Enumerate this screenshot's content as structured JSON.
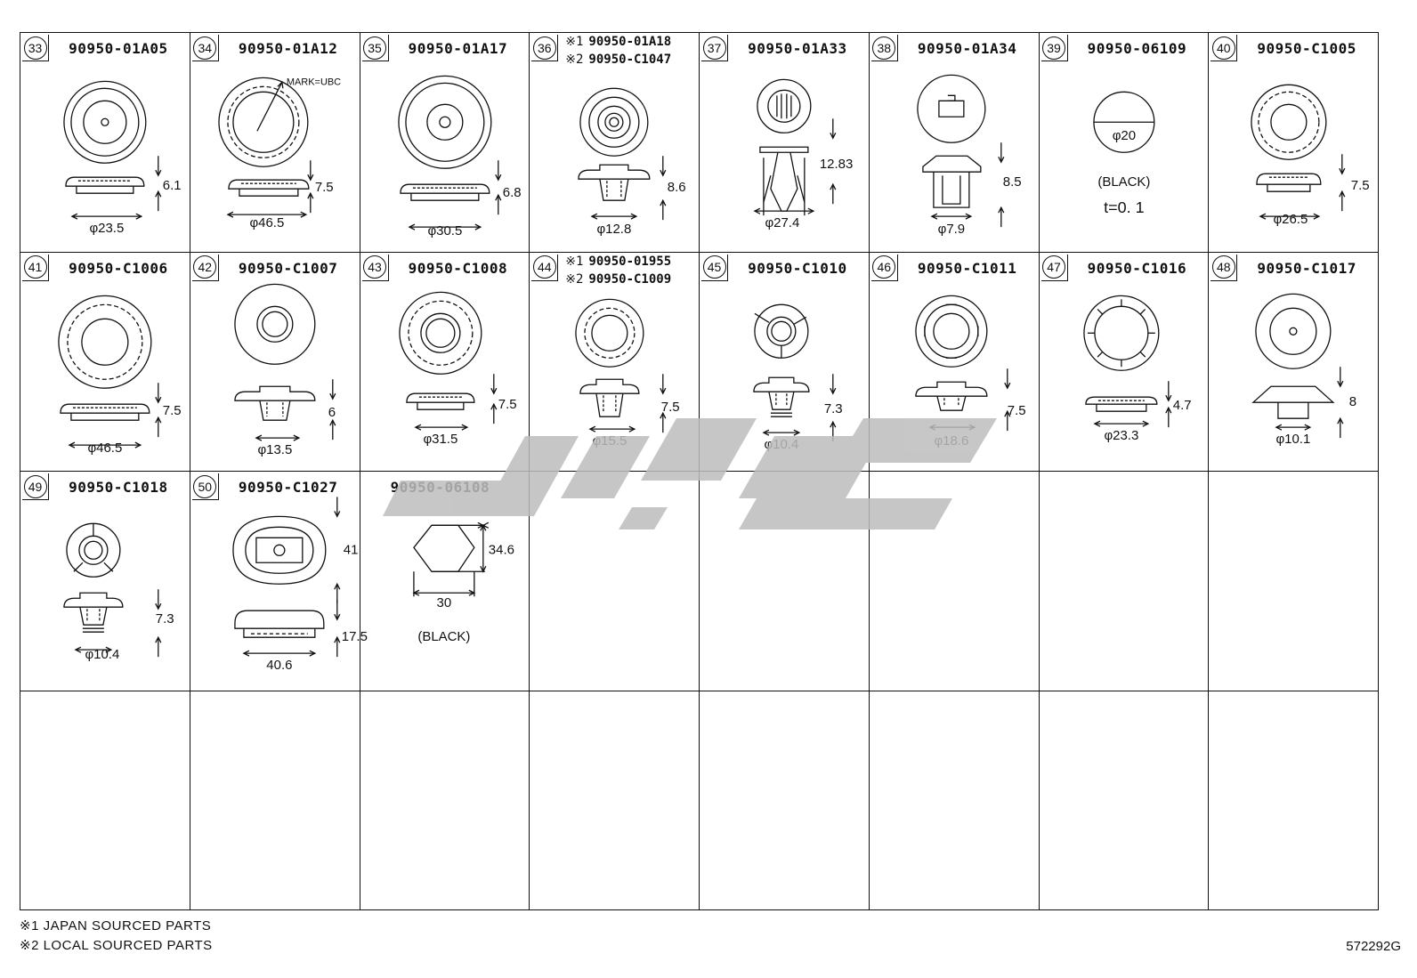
{
  "cells": [
    {
      "no": "33",
      "pn": "90950-01A05",
      "dims": [
        "6.1",
        "φ23.5"
      ]
    },
    {
      "no": "34",
      "pn": "90950-01A12",
      "dims": [
        "7.5",
        "φ46.5"
      ],
      "mark": "MARK=UBC"
    },
    {
      "no": "35",
      "pn": "90950-01A17",
      "dims": [
        "6.8",
        "φ30.5"
      ]
    },
    {
      "no": "36",
      "pn": "",
      "alt": [
        {
          "tag": "※1",
          "pn": "90950-01A18"
        },
        {
          "tag": "※2",
          "pn": "90950-C1047"
        }
      ],
      "dims": [
        "8.6",
        "φ12.8"
      ]
    },
    {
      "no": "37",
      "pn": "90950-01A33",
      "dims": [
        "12.83",
        "φ27.4"
      ]
    },
    {
      "no": "38",
      "pn": "90950-01A34",
      "dims": [
        "8.5",
        "φ7.9"
      ]
    },
    {
      "no": "39",
      "pn": "90950-06109",
      "dims": [
        "φ20",
        "(BLACK)",
        "t=0. 1"
      ]
    },
    {
      "no": "40",
      "pn": "90950-C1005",
      "dims": [
        "7.5",
        "φ26.5"
      ]
    },
    {
      "no": "41",
      "pn": "90950-C1006",
      "dims": [
        "7.5",
        "φ46.5"
      ]
    },
    {
      "no": "42",
      "pn": "90950-C1007",
      "dims": [
        "6",
        "φ13.5"
      ]
    },
    {
      "no": "43",
      "pn": "90950-C1008",
      "dims": [
        "7.5",
        "φ31.5"
      ]
    },
    {
      "no": "44",
      "pn": "",
      "alt": [
        {
          "tag": "※1",
          "pn": "90950-01955"
        },
        {
          "tag": "※2",
          "pn": "90950-C1009"
        }
      ],
      "dims": [
        "7.5",
        "φ15.5"
      ]
    },
    {
      "no": "45",
      "pn": "90950-C1010",
      "dims": [
        "7.3",
        "φ10.4"
      ]
    },
    {
      "no": "46",
      "pn": "90950-C1011",
      "dims": [
        "7.5",
        "φ18.6"
      ]
    },
    {
      "no": "47",
      "pn": "90950-C1016",
      "dims": [
        "4.7",
        "φ23.3"
      ]
    },
    {
      "no": "48",
      "pn": "90950-C1017",
      "dims": [
        "8",
        "φ10.1"
      ]
    },
    {
      "no": "49",
      "pn": "90950-C1018",
      "dims": [
        "7.3",
        "φ10.4"
      ]
    },
    {
      "no": "50",
      "pn": "90950-C1027",
      "dims": [
        "41",
        "17.5",
        "40.6"
      ]
    },
    {
      "no": "",
      "pn": "90950-06108",
      "dims": [
        "34.6",
        "30",
        "(BLACK)"
      ]
    }
  ],
  "notes": [
    "※1 JAPAN SOURCED PARTS",
    "※2 LOCAL SOURCED PARTS"
  ],
  "drawing_code": "572292G",
  "colors": {
    "line": "#111111",
    "watermark": "#bdbdbd"
  }
}
